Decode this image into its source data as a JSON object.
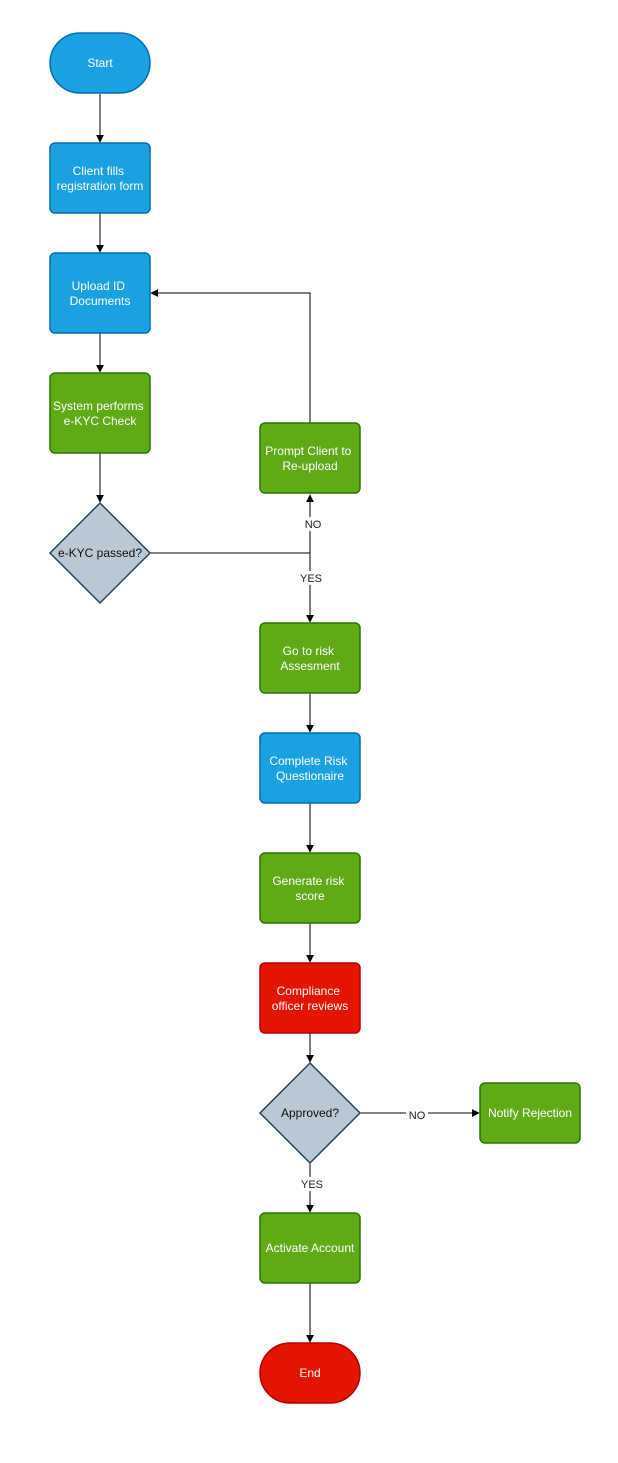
{
  "nodes": {
    "start": "Start",
    "client_fills_1": "Client fills",
    "client_fills_2": "registration form",
    "upload_1": "Upload ID",
    "upload_2": "Documents",
    "ekyc_check_1": "System performs",
    "ekyc_check_2": "e-KYC Check",
    "ekyc_decision": "e-KYC passed?",
    "prompt_1": "Prompt Client to",
    "prompt_2": "Re-upload",
    "risk_assess_1": "Go to risk",
    "risk_assess_2": "Assesment",
    "questionnaire_1": "Complete Risk",
    "questionnaire_2": "Questionaire",
    "score_1": "Generate risk",
    "score_2": "score",
    "compliance_1": "Compliance",
    "compliance_2": "officer reviews",
    "approved_decision": "Approved?",
    "notify_rejection": "Notify Rejection",
    "activate": "Activate Account",
    "end": "End"
  },
  "edge_labels": {
    "ekyc_no": "NO",
    "ekyc_yes": "YES",
    "approved_no": "NO",
    "approved_yes": "YES"
  },
  "colors": {
    "blue": "#1ba1e2",
    "blue_stroke": "#006eaf",
    "green": "#60a917",
    "green_stroke": "#2d7600",
    "red": "#e51400",
    "red_stroke": "#b20000",
    "gray": "#bac8d3",
    "gray_stroke": "#23445d"
  }
}
